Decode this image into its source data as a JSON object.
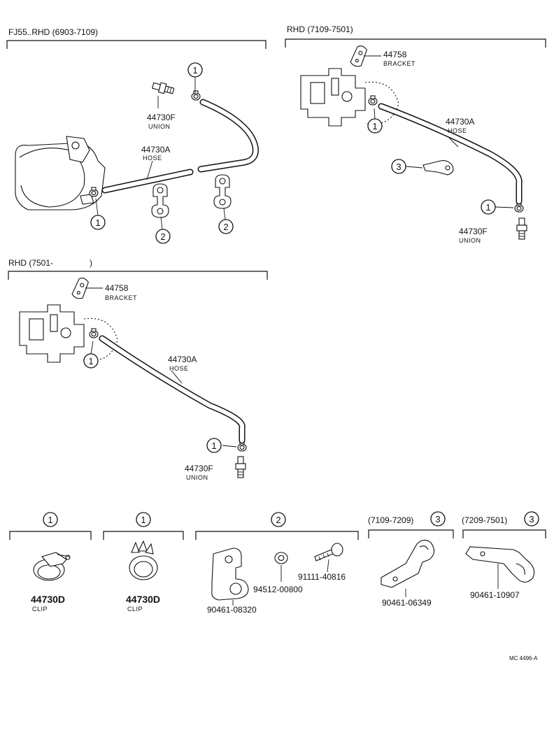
{
  "sections": {
    "fj55": "FJ55..RHD (6903-7109)",
    "rhd_7109": "RHD (7109-7501)",
    "rhd_7501": "RHD (7501-"
  },
  "parts": {
    "union_no": "44730F",
    "union_name": "UNION",
    "hose_no": "44730A",
    "hose_name": "HOSE",
    "bracket_no": "44758",
    "bracket_name": "BRACKET",
    "clip_no": "44730D",
    "clip_name": "CLIP",
    "clamp_a": "90461-08320",
    "washer": "94512-00800",
    "bolt": "91111-40816",
    "clamp_b": "90461-06349",
    "clamp_c": "90461-10907"
  },
  "callouts": {
    "one": "1",
    "two": "2",
    "three": "3"
  },
  "detail_headers": {
    "range_a": "(7109-7209)",
    "range_b": "(7209-7501)"
  },
  "reference": "MC 4496-A"
}
